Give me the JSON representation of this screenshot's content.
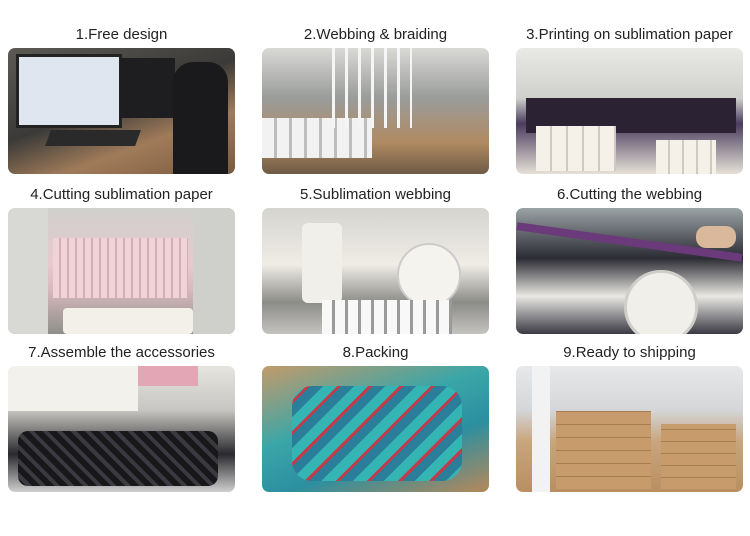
{
  "steps": [
    {
      "label": "1.Free design"
    },
    {
      "label": "2.Webbing & braiding"
    },
    {
      "label": "3.Printing on sublimation paper"
    },
    {
      "label": "4.Cutting sublimation paper"
    },
    {
      "label": "5.Sublimation webbing"
    },
    {
      "label": "6.Cutting the webbing"
    },
    {
      "label": "7.Assemble the accessories"
    },
    {
      "label": "8.Packing"
    },
    {
      "label": "9.Ready to shipping"
    }
  ]
}
